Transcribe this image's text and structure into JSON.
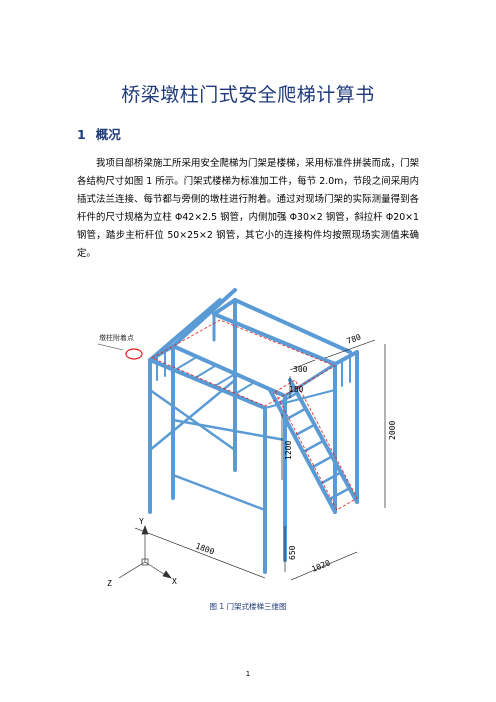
{
  "document": {
    "title": "桥梁墩柱门式安全爬梯计算书",
    "section": {
      "number": "1",
      "heading": "概况"
    },
    "paragraph": "我项目部桥梁施工所采用安全爬梯为门架是楼梯，采用标准件拼装而成，门架各结构尺寸如图 1 所示。门架式楼梯为标准加工件，每节 2.0m，节段之间采用内插式法兰连接、每节都与旁侧的墩柱进行附着。通过对现场门架的实际测量得到各杆件的尺寸规格为立柱 Φ42×2.5 钢管，内侧加强 Φ30×2 钢管，斜拉杆 Φ20×1 钢管，踏步主桁杆位 50×25×2 钢管，其它小的连接构件均按照现场实测值来确定。",
    "figure": {
      "annotation": "墩柱附着点",
      "dims": {
        "d780": "780",
        "d300": "300",
        "d180": "180",
        "d2000": "2000",
        "d1200": "1200",
        "d650": "650",
        "d1800": "1800",
        "d1020": "1020"
      },
      "axes": {
        "x": "X",
        "y": "Y",
        "z": "Z"
      },
      "caption": "图 1  门架式楼梯三维图"
    },
    "page_number": "1"
  },
  "colors": {
    "steel": "#5b9bd5",
    "heading": "#1f3a7a",
    "marker": "#e0201c"
  }
}
